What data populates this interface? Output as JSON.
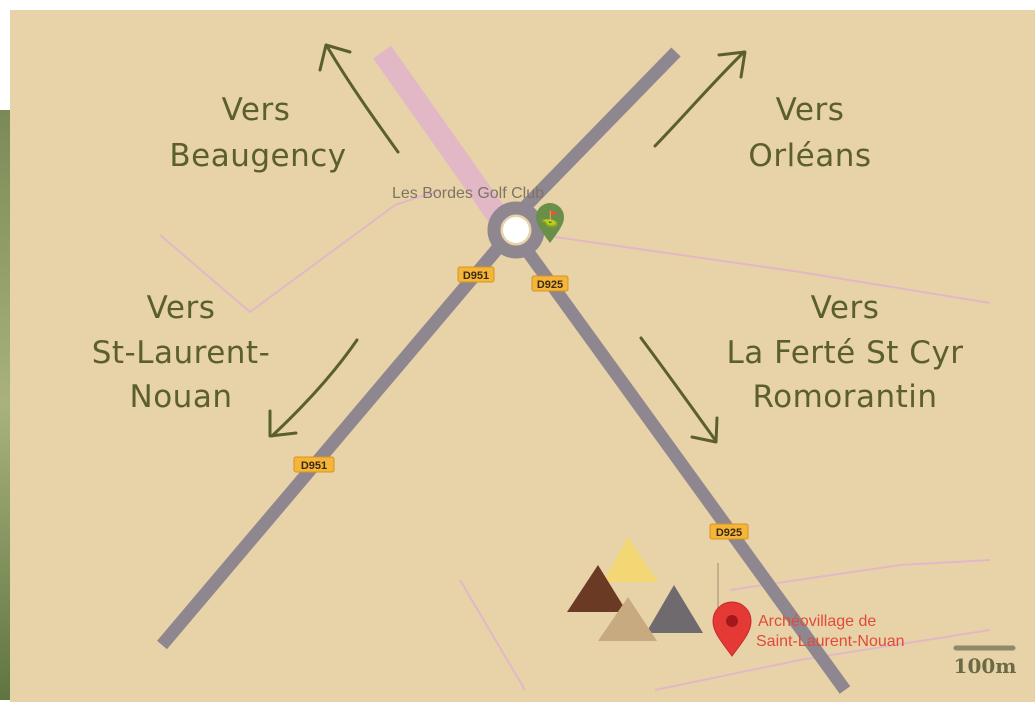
{
  "colors": {
    "map_background": "#e8d3a8",
    "road": "#8f8790",
    "minor_road": "#e2b8c7",
    "arrow": "#5b5f2e",
    "label_text": "#5b5f2e",
    "marker_red": "#e53935",
    "golf_marker": "#6a8f4a",
    "road_badge": "#f5b53b",
    "scale_text": "#6b6a45"
  },
  "directions": {
    "beaugency": {
      "line1": "Vers",
      "line2": "Beaugency"
    },
    "orleans": {
      "line1": "Vers",
      "line2": "Orléans"
    },
    "st_laurent": {
      "line1": "Vers",
      "line2": "St-Laurent-",
      "line3": "Nouan"
    },
    "la_ferte": {
      "line1": "Vers",
      "line2": "La Ferté St Cyr",
      "line3": "Romorantin"
    }
  },
  "roads": {
    "d951_a": "D951",
    "d925_a": "D925",
    "d951_b": "D951",
    "d925_b": "D925"
  },
  "pois": {
    "golf_club": {
      "label": "Les Bordes Golf Club",
      "icon": "golf-pin-icon"
    },
    "archeovillage": {
      "line1": "Archéovillage de",
      "line2": "Saint-Laurent-Nouan",
      "icon": "map-pin-icon"
    }
  },
  "logo": {
    "icon": "tents-logo-icon"
  },
  "scale": {
    "label": "100m"
  }
}
